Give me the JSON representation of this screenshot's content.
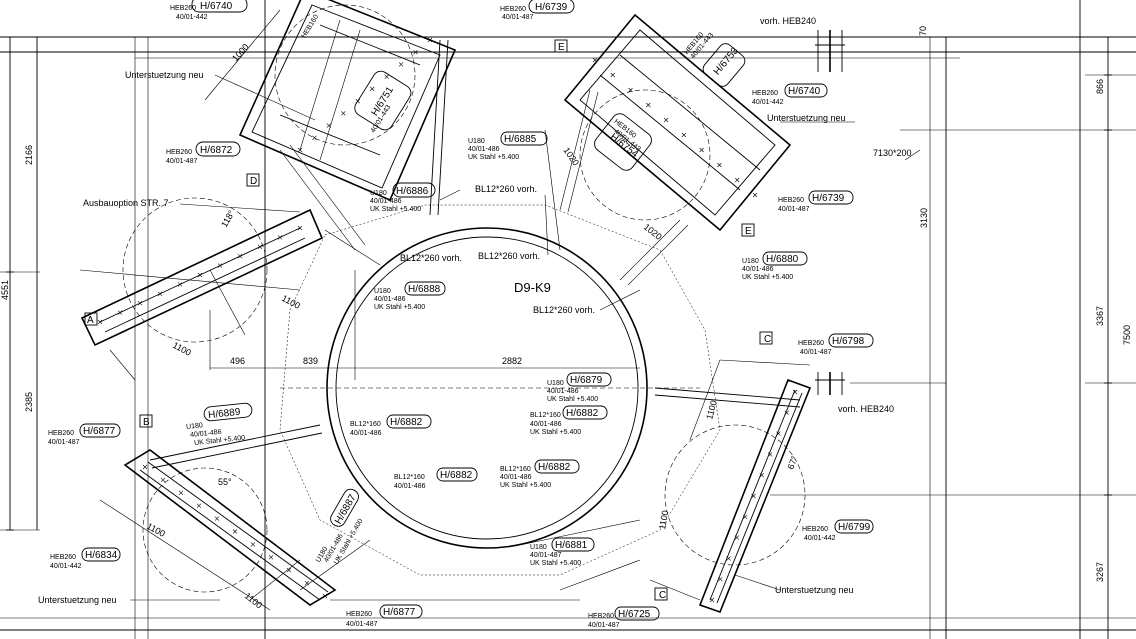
{
  "title": "D9-K9",
  "labels": {
    "h6740_top": "H/6740",
    "h6739_top": "H/6739",
    "h6753": "H/6753",
    "h6740_right": "H/6740",
    "h6751": "H/6751",
    "h6885": "H/6885",
    "h6872": "H/6872",
    "h6886": "H/6886",
    "h6754": "H/6754",
    "h6739_right": "H/6739",
    "h6880": "H/6880",
    "h6888": "H/6888",
    "h6798": "H/6798",
    "h6879": "H/6879",
    "h6882_a": "H/6882",
    "h6882_b": "H/6882",
    "h6882_c": "H/6882",
    "h6882_d": "H/6882",
    "h6889": "H/6889",
    "h6877_left": "H/6877",
    "h6887": "H/6887",
    "h6834": "H/6834",
    "h6799": "H/6799",
    "h6881": "H/6881",
    "h6877_bottom": "H/6877",
    "h6725": "H/6725"
  },
  "profiles": {
    "heb260": "HEB260",
    "heb160": "HEB160",
    "u180": "U180",
    "bl12_160": "BL12*160",
    "bl12_260_vorh": "BL12*260 vorh.",
    "vorh_heb240": "vorh. HEB240",
    "stahl_7130": "7130*200"
  },
  "refs": {
    "r442": "40/01-442",
    "r487": "40/01-487",
    "r443": "40/01-443",
    "r486": "40/01-486",
    "uk5400": "UK Stahl +5.400"
  },
  "notes": {
    "unterstuetzung_neu": "Unterstuetzung neu",
    "ausbauoption": "Ausbauoption STR. 7"
  },
  "sections": {
    "a": "A",
    "b": "B",
    "c": "C",
    "d": "D",
    "e": "E"
  },
  "dimensions": {
    "d1000": "1000",
    "d2166": "2166",
    "d4551": "4551",
    "d2385": "2385",
    "d1100": "1100",
    "d496": "496",
    "d839": "839",
    "d2882": "2882",
    "d1020": "1020",
    "d3130": "3130",
    "d866": "866",
    "d70": "70",
    "d3367": "3367",
    "d7500": "7500",
    "d3267": "3267",
    "a118": "118°",
    "a55": "55°",
    "a67": "67°"
  }
}
